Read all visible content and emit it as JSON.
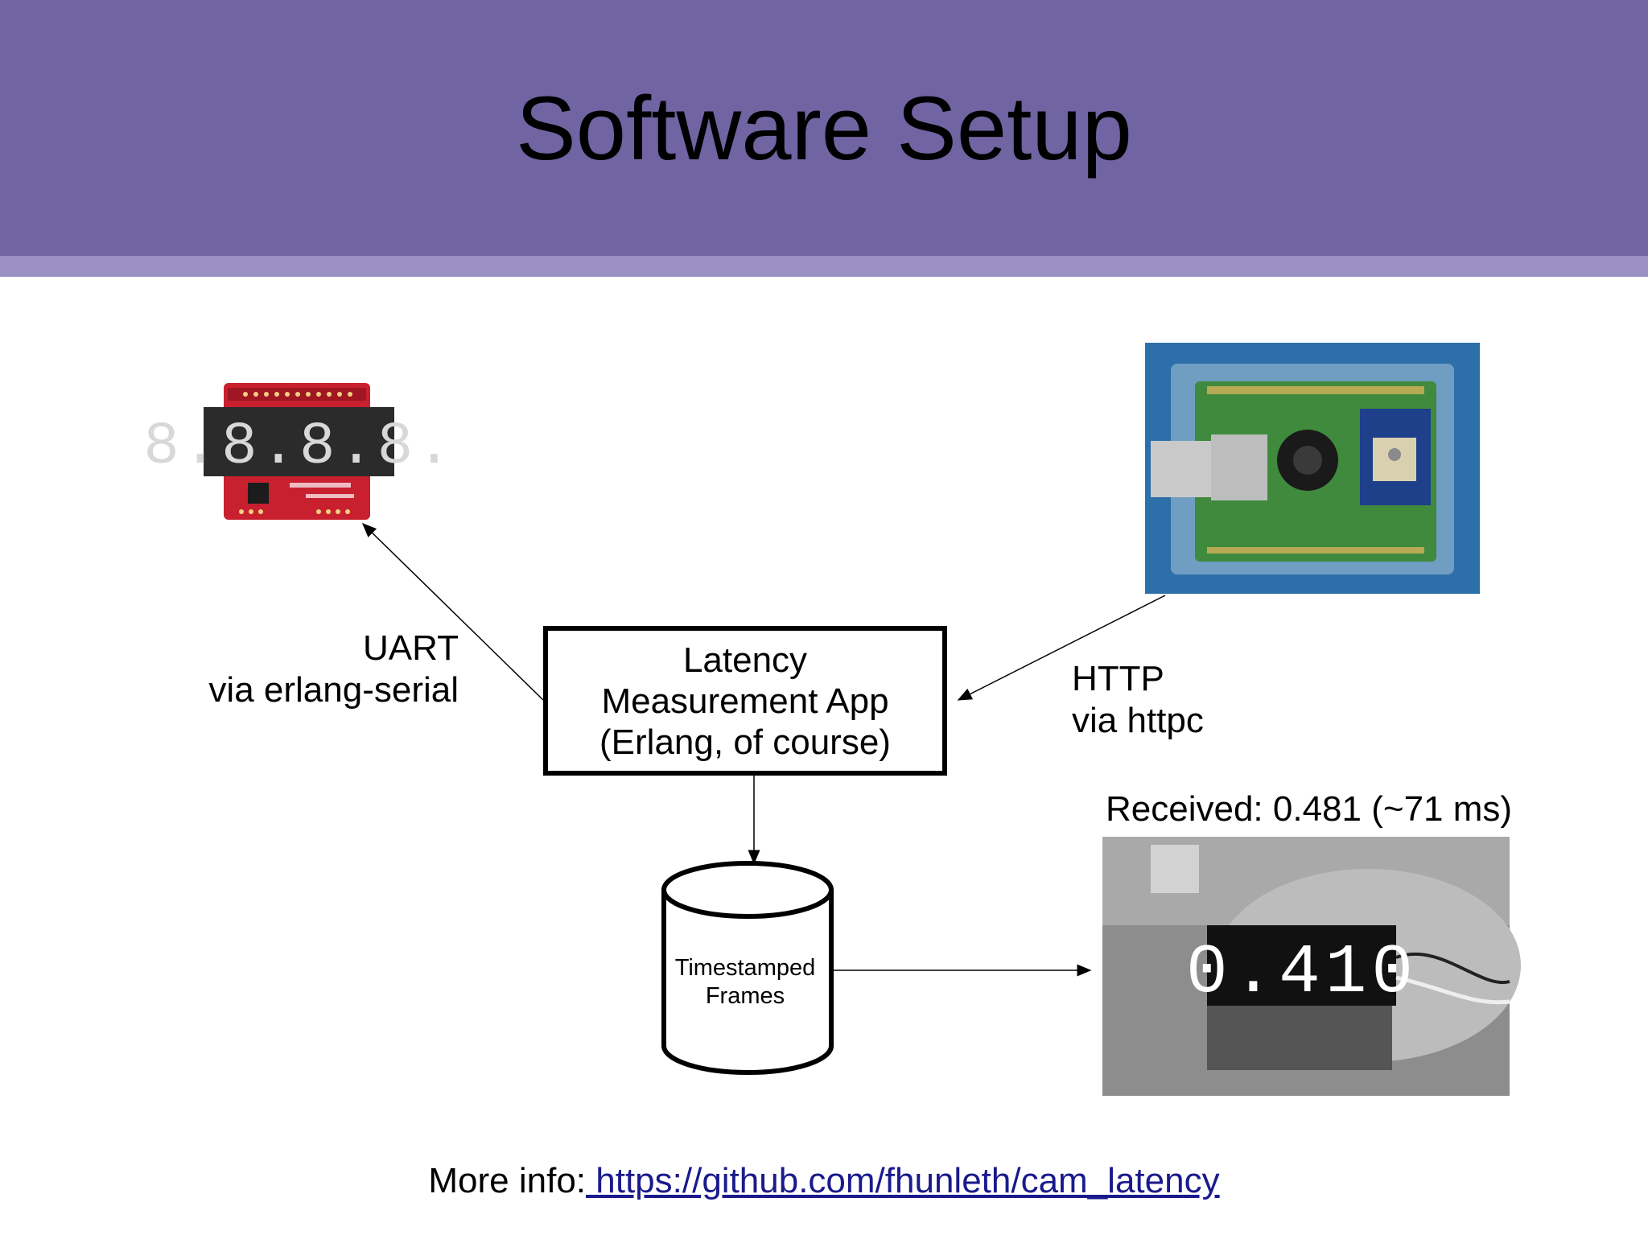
{
  "slide": {
    "title": "Software Setup",
    "app_box": {
      "line1": "Latency",
      "line2": "Measurement App",
      "line3": "(Erlang, of course)"
    },
    "uart_label": {
      "line1": "UART",
      "line2": "via erlang-serial"
    },
    "http_label": {
      "line1": "HTTP",
      "line2": "via httpc"
    },
    "db_label": {
      "line1": "Timestamped",
      "line2": "Frames"
    },
    "received_label": "Received: 0.481 (~71 ms)",
    "display_shield_digits": "8.8.8.8.",
    "camera_frame_digits": "0.410",
    "footer": {
      "prefix": "More info:",
      "link_text": " https://github.com/fhunleth/cam_latency"
    }
  },
  "colors": {
    "header": "#7064a3",
    "header_stripe": "#9a90c3",
    "link": "#1a1a8c"
  },
  "icons": [
    "seven-segment-shield-photo",
    "camera-board-photo",
    "camera-frame-photo",
    "database-cylinder"
  ]
}
